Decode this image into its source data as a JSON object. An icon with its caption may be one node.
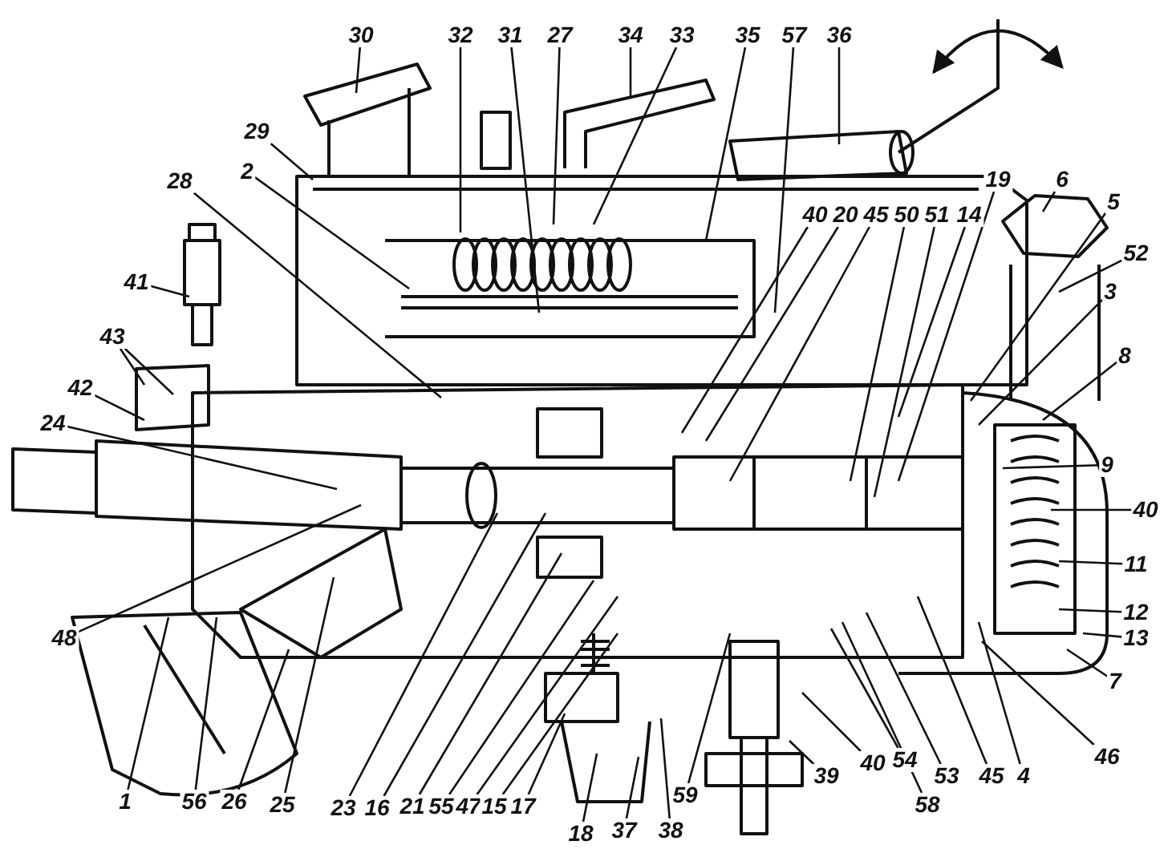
{
  "diagram": {
    "nodes": [
      {
        "text": [
          "30"
        ]
      },
      {
        "text": [
          "32"
        ]
      },
      {
        "text": [
          "31"
        ]
      },
      {
        "text": [
          "27"
        ]
      },
      {
        "text": [
          "34"
        ]
      },
      {
        "text": [
          "33"
        ]
      },
      {
        "text": [
          "35"
        ]
      },
      {
        "text": [
          "57"
        ]
      },
      {
        "text": [
          "36"
        ]
      },
      {
        "text": [
          "29"
        ]
      },
      {
        "text": [
          "2"
        ]
      },
      {
        "text": [
          "28"
        ]
      },
      {
        "text": [
          "41"
        ]
      },
      {
        "text": [
          "43"
        ]
      },
      {
        "text": [
          "42"
        ]
      },
      {
        "text": [
          "24"
        ]
      },
      {
        "text": [
          "40"
        ]
      },
      {
        "text": [
          "20"
        ]
      },
      {
        "text": [
          "45"
        ]
      },
      {
        "text": [
          "50"
        ]
      },
      {
        "text": [
          "51"
        ]
      },
      {
        "text": [
          "14"
        ]
      },
      {
        "text": [
          "19"
        ]
      },
      {
        "text": [
          "6"
        ]
      },
      {
        "text": [
          "5"
        ]
      },
      {
        "text": [
          "52"
        ]
      },
      {
        "text": [
          "3"
        ]
      },
      {
        "text": [
          "8"
        ]
      },
      {
        "text": [
          "9"
        ]
      },
      {
        "text": [
          "40"
        ]
      },
      {
        "text": [
          "11"
        ]
      },
      {
        "text": [
          "12"
        ]
      },
      {
        "text": [
          "13"
        ]
      },
      {
        "text": [
          "7"
        ]
      },
      {
        "text": [
          "48"
        ]
      },
      {
        "text": [
          "46"
        ]
      },
      {
        "text": [
          "1"
        ]
      },
      {
        "text": [
          "56"
        ]
      },
      {
        "text": [
          "26"
        ]
      },
      {
        "text": [
          "25"
        ]
      },
      {
        "text": [
          "23"
        ]
      },
      {
        "text": [
          "16"
        ]
      },
      {
        "text": [
          "21"
        ]
      },
      {
        "text": [
          "55"
        ]
      },
      {
        "text": [
          "47"
        ]
      },
      {
        "text": [
          "15"
        ]
      },
      {
        "text": [
          "17"
        ]
      },
      {
        "text": [
          "59"
        ]
      },
      {
        "text": [
          "39"
        ]
      },
      {
        "text": [
          "40"
        ]
      },
      {
        "text": [
          "54"
        ]
      },
      {
        "text": [
          "53"
        ]
      },
      {
        "text": [
          "45"
        ]
      },
      {
        "text": [
          "4"
        ]
      },
      {
        "text": [
          "18"
        ]
      },
      {
        "text": [
          "37"
        ]
      },
      {
        "text": [
          "38"
        ]
      },
      {
        "text": [
          "58"
        ]
      }
    ],
    "edges": [
      {
        "from": 0,
        "to": null,
        "arrow": "none"
      },
      {
        "from": 1,
        "to": null,
        "arrow": "none"
      },
      {
        "from": 2,
        "to": null,
        "arrow": "none"
      },
      {
        "from": 3,
        "to": null,
        "arrow": "none"
      },
      {
        "from": 4,
        "to": null,
        "arrow": "none"
      },
      {
        "from": 5,
        "to": null,
        "arrow": "none"
      },
      {
        "from": 6,
        "to": null,
        "arrow": "none"
      },
      {
        "from": 7,
        "to": null,
        "arrow": "none"
      },
      {
        "from": 8,
        "to": null,
        "arrow": "none"
      },
      {
        "from": 9,
        "to": null,
        "arrow": "none"
      },
      {
        "from": 10,
        "to": null,
        "arrow": "none"
      },
      {
        "from": 11,
        "to": null,
        "arrow": "none"
      },
      {
        "from": 12,
        "to": null,
        "arrow": "none"
      },
      {
        "from": 13,
        "to": null,
        "arrow": "none"
      },
      {
        "from": 14,
        "to": null,
        "arrow": "none"
      },
      {
        "from": 15,
        "to": null,
        "arrow": "none"
      },
      {
        "from": 16,
        "to": null,
        "arrow": "none"
      },
      {
        "from": 17,
        "to": null,
        "arrow": "none"
      },
      {
        "from": 18,
        "to": null,
        "arrow": "none"
      },
      {
        "from": 19,
        "to": null,
        "arrow": "none"
      },
      {
        "from": 20,
        "to": null,
        "arrow": "none"
      },
      {
        "from": 21,
        "to": null,
        "arrow": "none"
      },
      {
        "from": 22,
        "to": null,
        "arrow": "none"
      },
      {
        "from": 23,
        "to": null,
        "arrow": "none"
      },
      {
        "from": 24,
        "to": null,
        "arrow": "none"
      },
      {
        "from": 25,
        "to": null,
        "arrow": "none"
      },
      {
        "from": 26,
        "to": null,
        "arrow": "none"
      },
      {
        "from": 27,
        "to": null,
        "arrow": "none"
      },
      {
        "from": 28,
        "to": null,
        "arrow": "none"
      },
      {
        "from": 29,
        "to": null,
        "arrow": "none"
      },
      {
        "from": 30,
        "to": null,
        "arrow": "none"
      },
      {
        "from": 31,
        "to": null,
        "arrow": "none"
      },
      {
        "from": 32,
        "to": null,
        "arrow": "none"
      },
      {
        "from": 33,
        "to": null,
        "arrow": "none"
      },
      {
        "from": 34,
        "to": null,
        "arrow": "none"
      },
      {
        "from": 35,
        "to": null,
        "arrow": "none"
      },
      {
        "from": 36,
        "to": null,
        "arrow": "none"
      },
      {
        "from": 37,
        "to": null,
        "arrow": "none"
      },
      {
        "from": 38,
        "to": null,
        "arrow": "none"
      },
      {
        "from": 39,
        "to": null,
        "arrow": "none"
      },
      {
        "from": 40,
        "to": null,
        "arrow": "none"
      },
      {
        "from": 41,
        "to": null,
        "arrow": "none"
      },
      {
        "from": 42,
        "to": null,
        "arrow": "none"
      },
      {
        "from": 43,
        "to": null,
        "arrow": "none"
      },
      {
        "from": 44,
        "to": null,
        "arrow": "none"
      },
      {
        "from": 45,
        "to": null,
        "arrow": "none"
      },
      {
        "from": 46,
        "to": null,
        "arrow": "none"
      },
      {
        "from": 47,
        "to": null,
        "arrow": "none"
      },
      {
        "from": 48,
        "to": null,
        "arrow": "none"
      },
      {
        "from": 49,
        "to": null,
        "arrow": "none"
      },
      {
        "from": 50,
        "to": null,
        "arrow": "none"
      },
      {
        "from": 51,
        "to": null,
        "arrow": "none"
      },
      {
        "from": 52,
        "to": null,
        "arrow": "none"
      },
      {
        "from": 53,
        "to": null,
        "arrow": "none"
      },
      {
        "from": 54,
        "to": null,
        "arrow": "none"
      },
      {
        "from": 55,
        "to": null,
        "arrow": "none"
      },
      {
        "from": 56,
        "to": null,
        "arrow": "none"
      },
      {
        "from": 57,
        "to": null,
        "arrow": "none"
      },
      {
        "from": 13,
        "to": null,
        "arrow": "none"
      }
    ]
  }
}
